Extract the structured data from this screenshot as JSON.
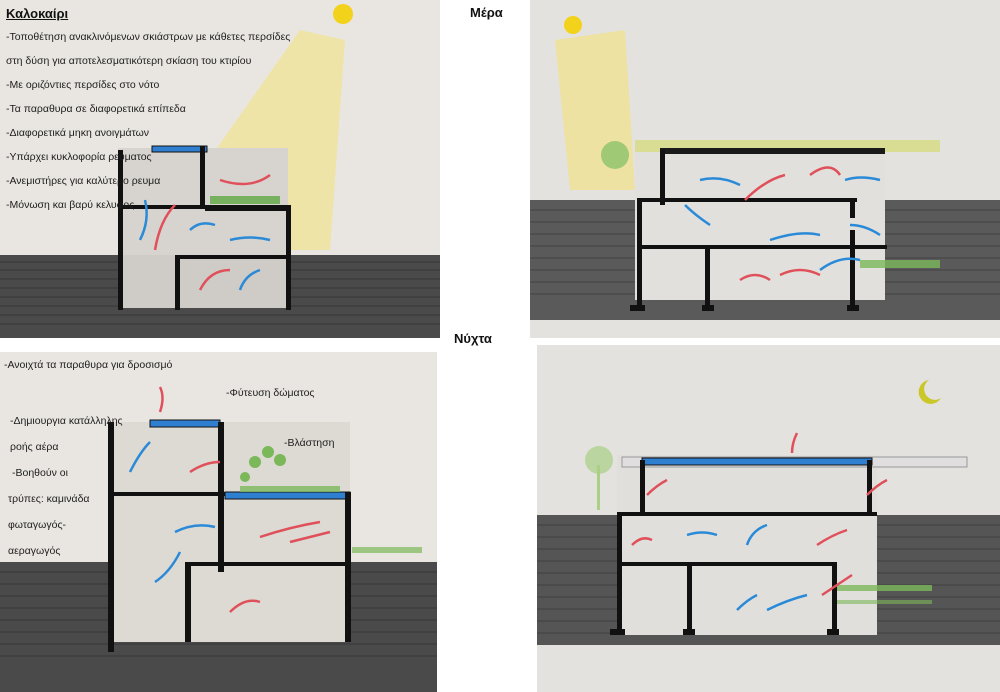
{
  "summer": {
    "title": "Καλοκαίρι",
    "notes": [
      "-Τοποθέτηση ανακλινόμενων σκιάστρων με κάθετες περσίδες",
      "στη δύση για αποτελεσματικότερη σκίαση του κτιρίου",
      "-Με οριζόντιες περσίδες στο νότο",
      "-Τα παραθυρα σε διαφορετικά επίπεδα",
      "-Διαφορετικά μηκη ανοιγμάτων",
      "-Υπάρχει κυκλοφορία ρεύματος",
      "-Ανεμιστήρες για καλύτερο ρευμα",
      "-Μόνωση και βαρύ κελυφος"
    ]
  },
  "day": {
    "title": "Μέρα"
  },
  "night": {
    "title": "Νύχτα",
    "notes": [
      "-Ανοιχτά τα παραθυρα για δροσισμό",
      "-Φύτευση δώματος",
      "-Δημιουργια κατάλληλης",
      "ροής αέρα",
      "-Βλάστηση",
      "-Βοηθούν οι",
      "τρύπες: καμινάδα",
      "φωταγωγός-",
      "αεραγωγός"
    ]
  },
  "colors": {
    "paper": "#e9e6e1",
    "ground": "#3a3a3a",
    "roof_blue": "#2f7fd0",
    "warm_arrow": "#e0505a",
    "cool_arrow": "#2a8ad8",
    "sun": "#f3d21c",
    "moon": "#c9c72a",
    "green": "#5fa844"
  }
}
